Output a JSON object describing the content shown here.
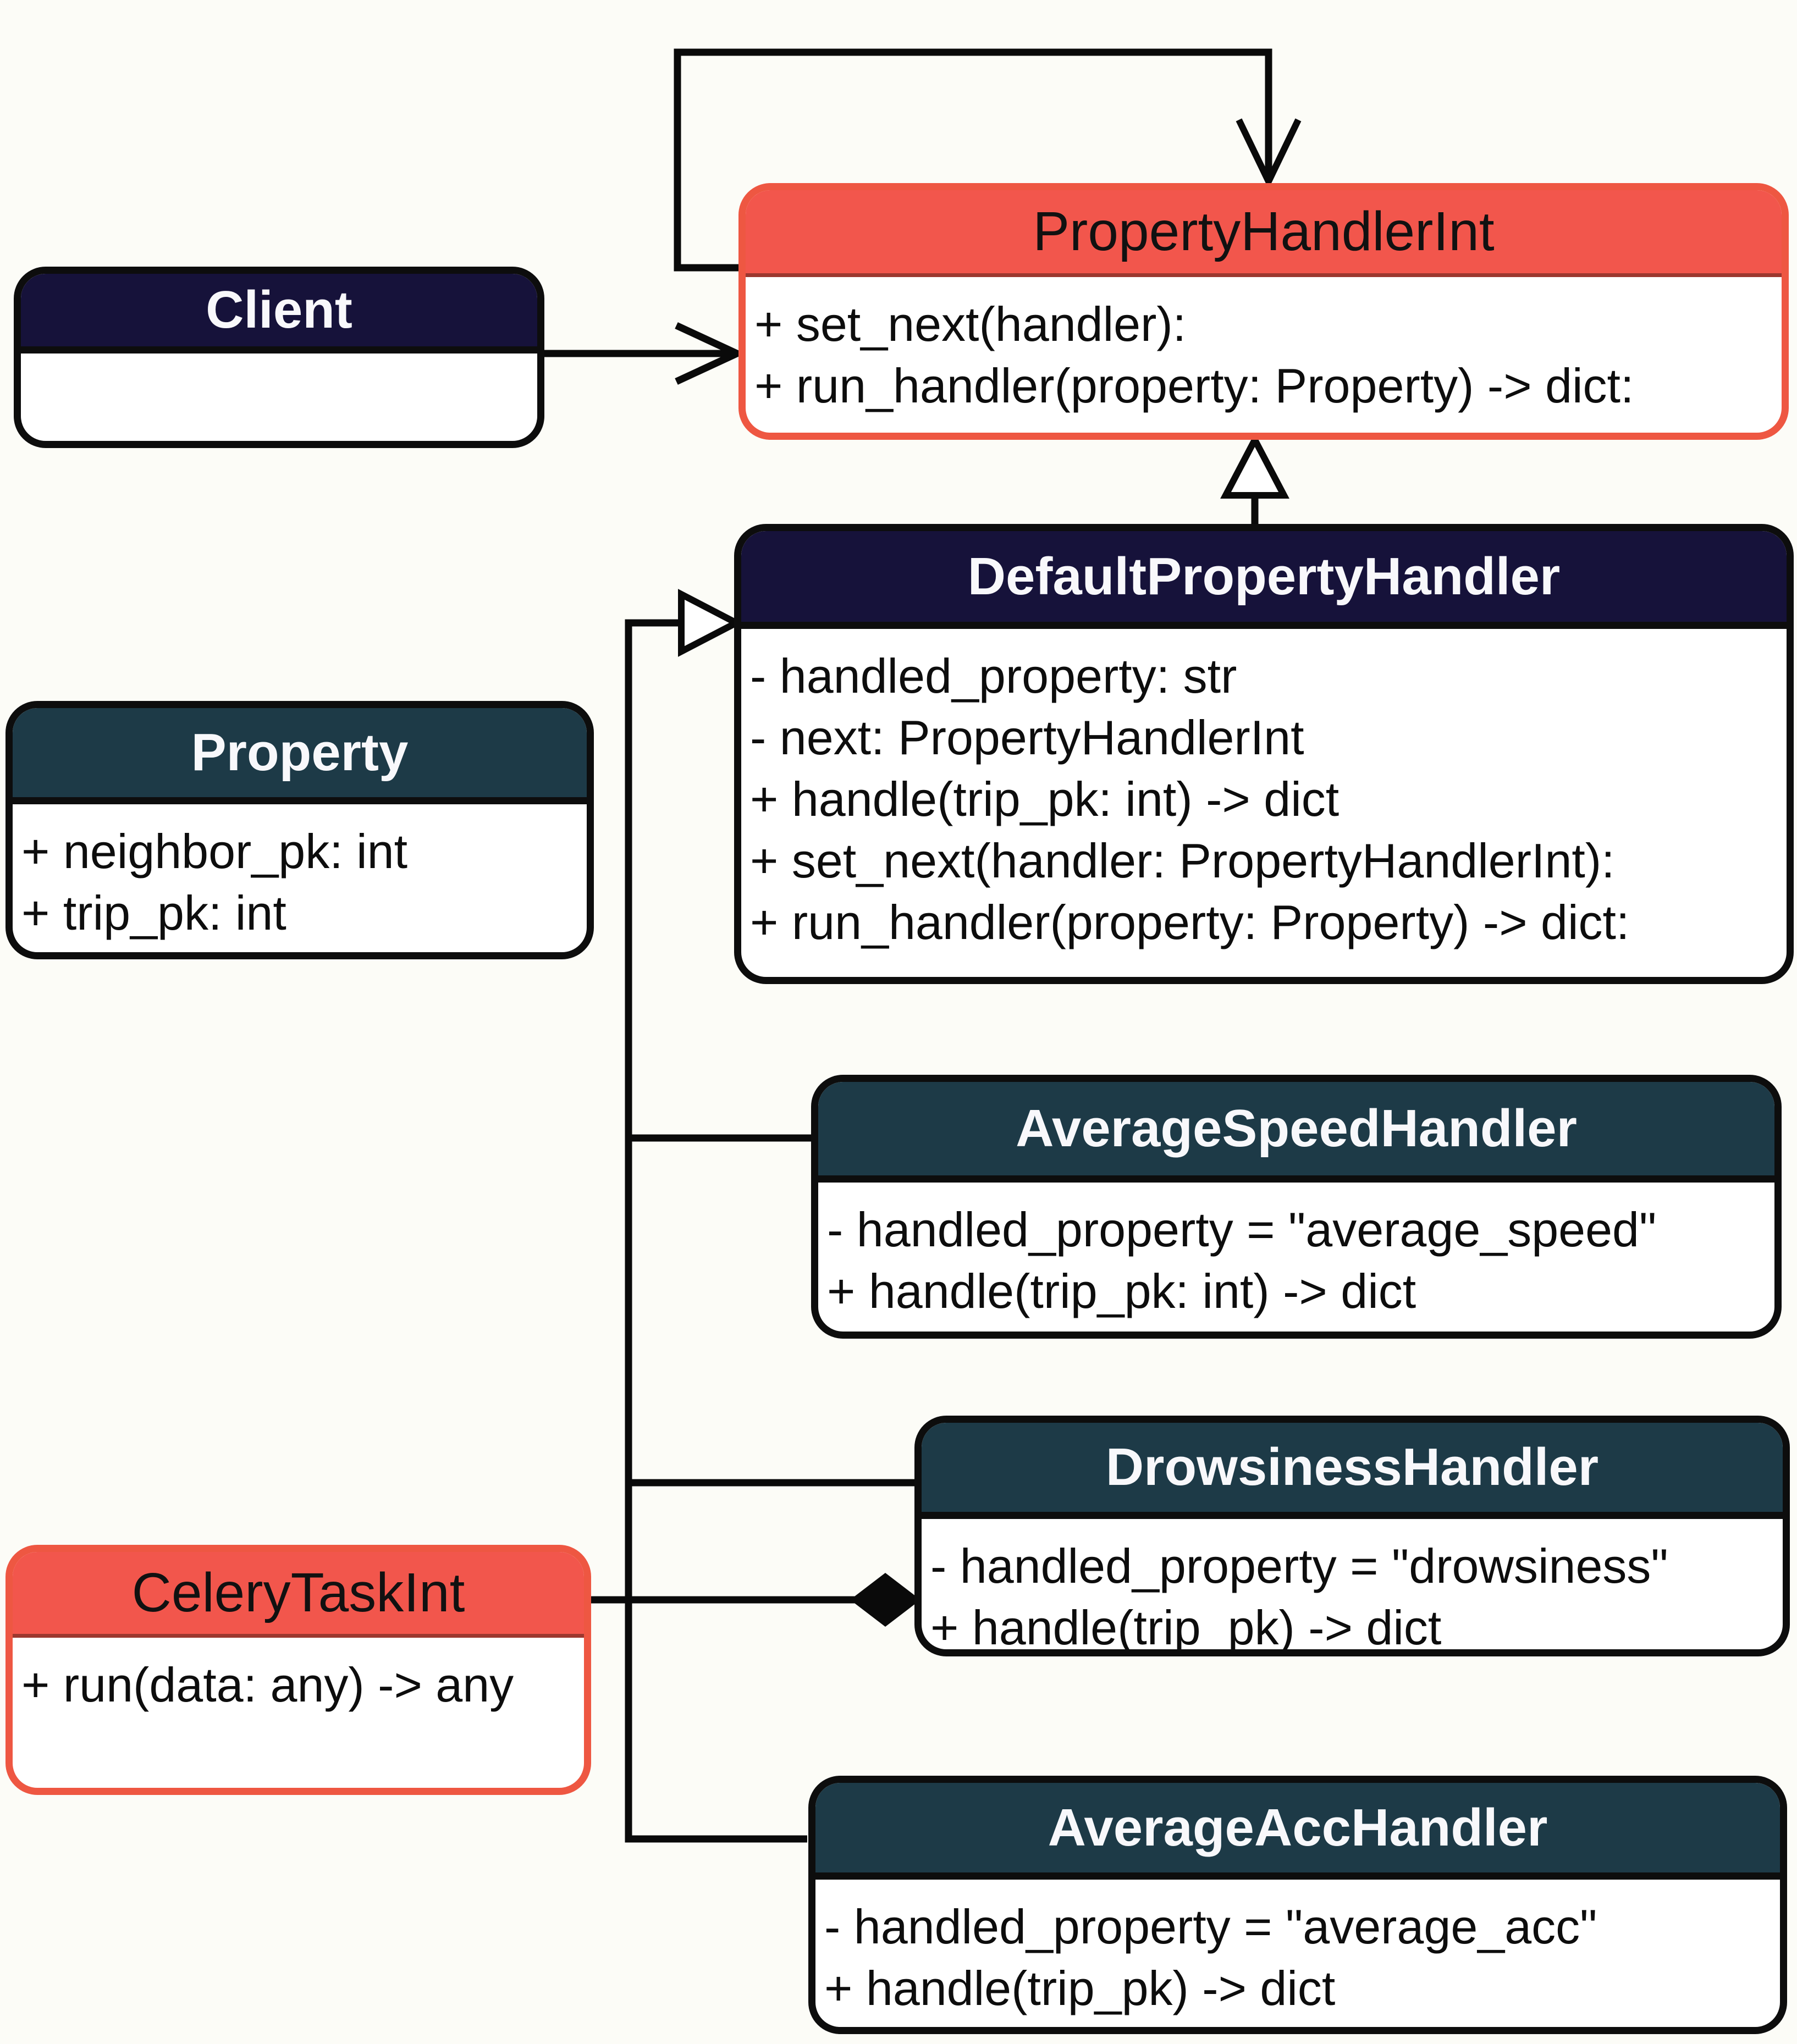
{
  "diagram": {
    "kind": "uml-class-diagram",
    "background": "#fcfcf7"
  },
  "colors": {
    "navy_header": "#16123a",
    "teal_header": "#1d3a47",
    "red_header": "#f2564c",
    "red_border": "#ee5742",
    "black_border": "#0d0d0d",
    "line": "#0a0a0a",
    "light_title": "#f8f8fb",
    "dark_title": "#111111"
  },
  "classes": {
    "client": {
      "title": "Client",
      "members": []
    },
    "property_handler_int": {
      "title": "PropertyHandlerInt",
      "members": [
        "+ set_next(handler):",
        "+ run_handler(property: Property) -> dict:"
      ]
    },
    "default_property_handler": {
      "title": "DefaultPropertyHandler",
      "members": [
        "- handled_property: str",
        "- next: PropertyHandlerInt",
        "+ handle(trip_pk: int) -> dict",
        "+ set_next(handler: PropertyHandlerInt):",
        "+ run_handler(property: Property) -> dict:"
      ]
    },
    "property": {
      "title": "Property",
      "members": [
        "+ neighbor_pk: int",
        "+ trip_pk: int"
      ]
    },
    "average_speed_handler": {
      "title": "AverageSpeedHandler",
      "members": [
        "- handled_property = \"average_speed\"",
        "+ handle(trip_pk: int) -> dict"
      ]
    },
    "drowsiness_handler": {
      "title": "DrowsinessHandler",
      "members": [
        "- handled_property = \"drowsiness\"",
        "+ handle(trip_pk) -> dict"
      ]
    },
    "celery_task_int": {
      "title": "CeleryTaskInt",
      "members": [
        "+ run(data: any) -> any"
      ]
    },
    "average_acc_handler": {
      "title": "AverageAccHandler",
      "members": [
        "- handled_property = \"average_acc\"",
        "+ handle(trip_pk) -> dict"
      ]
    }
  },
  "relationships": [
    {
      "type": "self-association",
      "from": "PropertyHandlerInt",
      "to": "PropertyHandlerInt",
      "marker": "open-arrow"
    },
    {
      "type": "association",
      "from": "Client",
      "to": "PropertyHandlerInt",
      "marker": "open-arrow"
    },
    {
      "type": "realization",
      "from": "DefaultPropertyHandler",
      "to": "PropertyHandlerInt",
      "marker": "hollow-triangle"
    },
    {
      "type": "inheritance",
      "from": "AverageSpeedHandler",
      "to": "DefaultPropertyHandler",
      "marker": "hollow-triangle"
    },
    {
      "type": "inheritance",
      "from": "DrowsinessHandler",
      "to": "DefaultPropertyHandler",
      "marker": "hollow-triangle"
    },
    {
      "type": "inheritance",
      "from": "AverageAccHandler",
      "to": "DefaultPropertyHandler",
      "marker": "hollow-triangle"
    },
    {
      "type": "composition",
      "from": "CeleryTaskInt",
      "to": "DrowsinessHandler",
      "marker": "filled-diamond"
    }
  ]
}
